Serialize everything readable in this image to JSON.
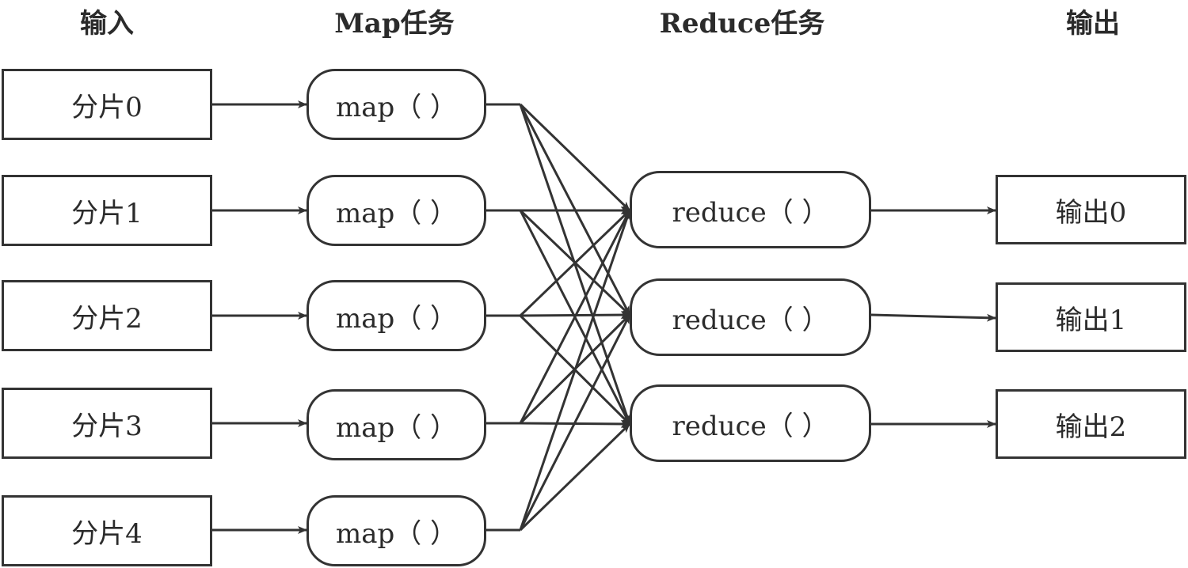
{
  "headers": {
    "input": "输入",
    "map": "Map任务",
    "reduce": "Reduce任务",
    "output": "输出"
  },
  "inputs": [
    {
      "label": "分片0"
    },
    {
      "label": "分片1"
    },
    {
      "label": "分片2"
    },
    {
      "label": "分片3"
    },
    {
      "label": "分片4"
    }
  ],
  "maps": [
    {
      "label": "map（ ）"
    },
    {
      "label": "map（ ）"
    },
    {
      "label": "map（ ）"
    },
    {
      "label": "map（ ）"
    },
    {
      "label": "map（ ）"
    }
  ],
  "reduces": [
    {
      "label": "reduce（ ）"
    },
    {
      "label": "reduce（ ）"
    },
    {
      "label": "reduce（ ）"
    }
  ],
  "outputs": [
    {
      "label": "输出0"
    },
    {
      "label": "输出1"
    },
    {
      "label": "输出2"
    }
  ],
  "colors": {
    "stroke": "#333333",
    "text": "#2b2b2b"
  }
}
